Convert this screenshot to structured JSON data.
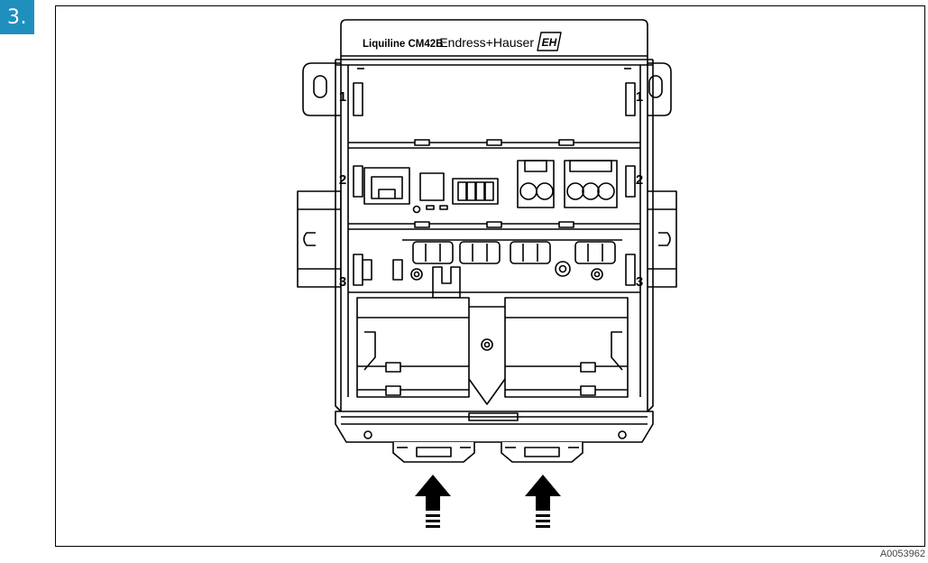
{
  "step": {
    "number": "3."
  },
  "figure": {
    "code": "A0053962",
    "device_label": "Liquiline CM42B",
    "brand": "Endress+Hauser",
    "brand_mark": "EH",
    "level_numbers": [
      "1",
      "2",
      "3"
    ]
  },
  "colors": {
    "badge": "#1f8fbe",
    "line": "#000000",
    "background": "#ffffff"
  },
  "icons": [
    "arrow-up-icon",
    "logo-icon"
  ]
}
